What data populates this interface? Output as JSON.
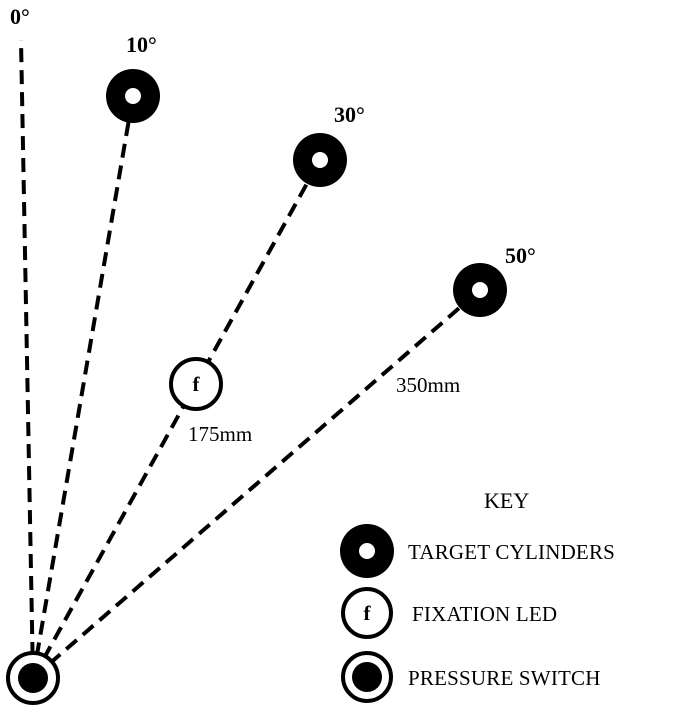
{
  "angles": {
    "a0": "0°",
    "a10": "10°",
    "a30": "30°",
    "a50": "50°"
  },
  "distances": {
    "near": "175mm",
    "far": "350mm"
  },
  "fixation_symbol": "f",
  "key": {
    "title": "KEY",
    "target": "TARGET CYLINDERS",
    "fixation": "FIXATION LED",
    "pressure": "PRESSURE SWITCH"
  },
  "colors": {
    "ink": "#000000",
    "background": "#ffffff"
  }
}
